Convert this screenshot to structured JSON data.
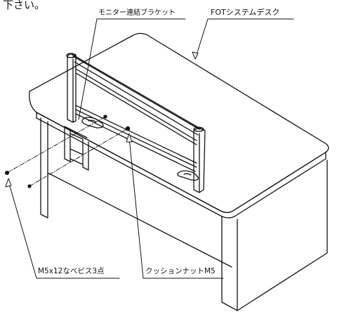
{
  "intro_fragment": "下さい。",
  "labels": {
    "monitor_bracket": "モニター連結ブラケット",
    "desk": "FOTシステムデスク",
    "screws": "M5x12なべビス3点",
    "cushion_nut": "クッションナットM5"
  },
  "colors": {
    "line": "#111111",
    "background": "#ffffff"
  }
}
